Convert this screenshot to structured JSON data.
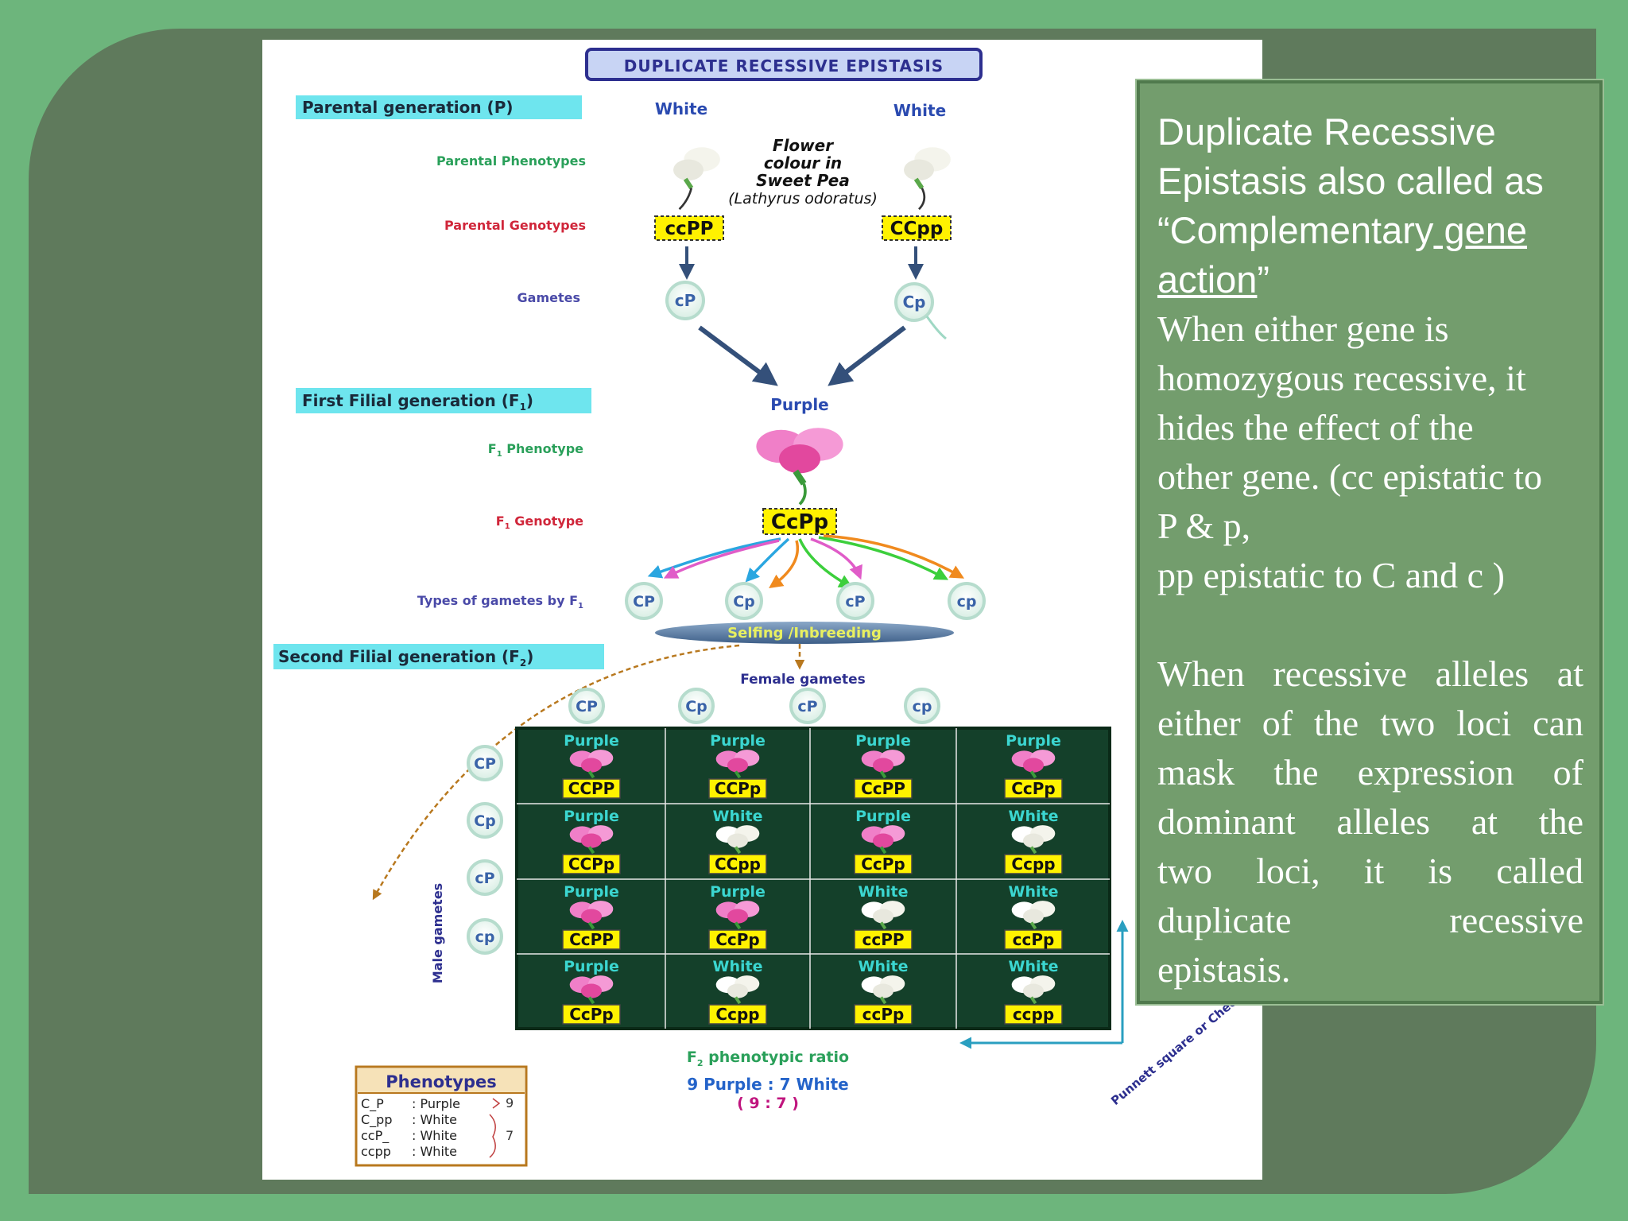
{
  "diagram": {
    "title": "DUPLICATE RECESSIVE EPISTASIS",
    "parental_generation": "Parental generation (P)",
    "parental_phenotypes_label": "Parental Phenotypes",
    "parental_genotypes_label": "Parental Genotypes",
    "gametes_label": "Gametes",
    "parent_left_phenotype": "White",
    "parent_right_phenotype": "White",
    "flower_note": [
      "Flower",
      "colour in",
      "Sweet Pea",
      "(Lathyrus odoratus)"
    ],
    "parent_left_genotype": "ccPP",
    "parent_right_genotype": "CCpp",
    "parent_left_gamete": "cP",
    "parent_right_gamete": "Cp",
    "f1_generation": "First Filial generation (F",
    "f1_generation_sub": "1",
    "f1_generation_close": ")",
    "f1_phenotype_label": "F",
    "f1_phenotype_label_sub": "1",
    "f1_phenotype_label_rest": " Phenotype",
    "f1_genotype_label": "F",
    "f1_genotype_label_sub": "1",
    "f1_genotype_label_rest": " Genotype",
    "f1_phenotype": "Purple",
    "f1_genotype": "CcPp",
    "gamete_types_label": "Types of gametes by F",
    "gamete_types_label_sub": "1",
    "f1_gametes": [
      "CP",
      "Cp",
      "cP",
      "cp"
    ],
    "selfing_label": "Selfing /Inbreeding",
    "f2_generation": "Second Filial generation (F",
    "f2_generation_sub": "2",
    "f2_generation_close": ")",
    "female_gametes_label": "Female gametes",
    "male_gametes_label": "Male gametes",
    "female_gametes": [
      "CP",
      "Cp",
      "cP",
      "cp"
    ],
    "male_gametes": [
      "CP",
      "Cp",
      "cP",
      "cp"
    ],
    "punnett_grid": [
      [
        [
          "Purple",
          "CCPP"
        ],
        [
          "Purple",
          "CCPp"
        ],
        [
          "Purple",
          "CcPP"
        ],
        [
          "Purple",
          "CcPp"
        ]
      ],
      [
        [
          "Purple",
          "CCPp"
        ],
        [
          "White",
          "CCpp"
        ],
        [
          "Purple",
          "CcPp"
        ],
        [
          "White",
          "Ccpp"
        ]
      ],
      [
        [
          "Purple",
          "CcPP"
        ],
        [
          "Purple",
          "CcPp"
        ],
        [
          "White",
          "ccPP"
        ],
        [
          "White",
          "ccPp"
        ]
      ],
      [
        [
          "Purple",
          "CcPp"
        ],
        [
          "White",
          "Ccpp"
        ],
        [
          "White",
          "ccPp"
        ],
        [
          "White",
          "ccpp"
        ]
      ]
    ],
    "punnett_side_label": "Punnett square or Checker",
    "f2_ratio_label": "F",
    "f2_ratio_label_sub": "2",
    "f2_ratio_label_rest": " phenotypic ratio",
    "f2_ratio_text": "9 Purple : 7 White",
    "f2_ratio_numeric": "( 9 : 7 )",
    "phenotypes_table": {
      "title": "Phenotypes",
      "rows": [
        [
          "C_P",
          ": Purple"
        ],
        [
          "C_pp",
          ": White"
        ],
        [
          "ccP_",
          ": White"
        ],
        [
          "ccpp",
          ": White"
        ]
      ],
      "count_purple": "9",
      "count_white": "7"
    },
    "colors": {
      "label_cyan_bg": "#6ee5ee",
      "phenotype_green": "#2aa05a",
      "genotype_red": "#d0263a",
      "gamete_blue": "#3a63a8",
      "genotype_yellow": "#fff200",
      "grid_bg": "#14402a",
      "grid_label_cyan": "#3bd6d0",
      "title_navy": "#2d2f8f",
      "ratio_blue": "#2463c9",
      "ratio_magenta": "#c0157e"
    }
  },
  "textbox": {
    "heading_line1": "Duplicate Recessive",
    "heading_line2": "Epistasis also called as",
    "heading_line3_start": "“Complementary",
    "heading_line3_link": " gene",
    "heading_line4_link": "action",
    "heading_line4_end": "”",
    "para1_lines": [
      "When either gene is",
      "homozygous recessive, it",
      "hides the effect of the",
      "other gene. (cc epistatic to",
      "P & p,",
      "pp epistatic to C and c )"
    ],
    "para2_lines": [
      "When recessive alleles at",
      "either of the two loci can",
      "mask the expression of",
      "dominant alleles at the",
      "two loci, it is called",
      "duplicate recessive",
      "epistasis."
    ]
  }
}
